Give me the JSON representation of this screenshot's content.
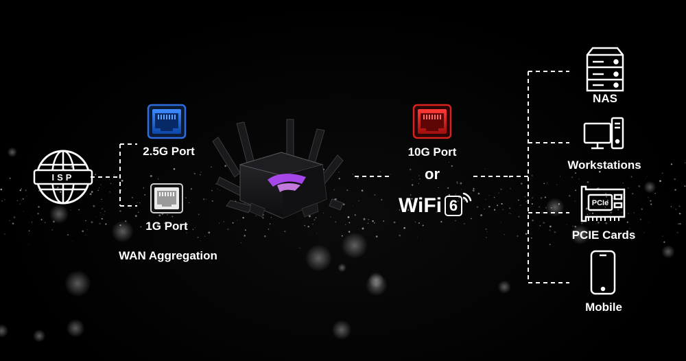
{
  "left": {
    "isp_label": "ISP",
    "port_25g_label": "2.5G Port",
    "port_1g_label": "1G Port",
    "wan_aggregation_label": "WAN Aggregation"
  },
  "center": {
    "port_10g_label": "10G Port",
    "or_label": "or",
    "wifi_text": "WiFi",
    "wifi_number": "6"
  },
  "right": {
    "devices": [
      {
        "label": "NAS",
        "icon": "nas-server-icon"
      },
      {
        "label": "Workstations",
        "icon": "workstation-icon"
      },
      {
        "label": "PCIE Cards",
        "icon": "pcie-card-icon"
      },
      {
        "label": "Mobile",
        "icon": "mobile-phone-icon"
      }
    ],
    "pcie_chip_text": "PCIe"
  },
  "colors": {
    "background": "#000000",
    "port_25g": "#1e6fd9",
    "port_10g": "#d9221e",
    "port_1g": "#ffffff",
    "router_accent": "#c05cff"
  }
}
